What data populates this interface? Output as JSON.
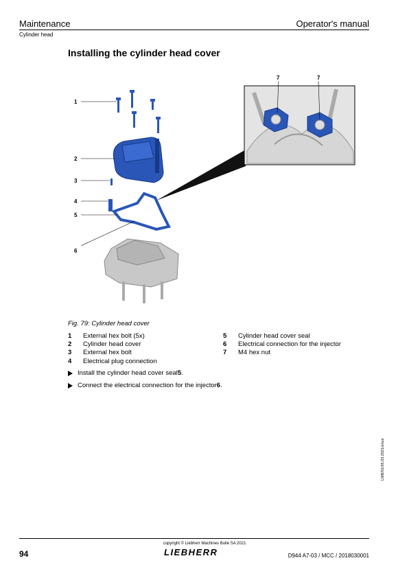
{
  "header": {
    "section": "Maintenance",
    "manual": "Operator's manual",
    "subsection": "Cylinder head"
  },
  "title": "Installing the cylinder head cover",
  "figure": {
    "callouts": [
      "1",
      "2",
      "3",
      "4",
      "5",
      "6",
      "7",
      "7"
    ],
    "caption": "Fig. 79: Cylinder head cover",
    "colors": {
      "part_blue": "#2a56b8",
      "engine_grey": "#c8c8c8"
    }
  },
  "legend": {
    "left": [
      {
        "num": "1",
        "text": "External hex bolt (5x)"
      },
      {
        "num": "2",
        "text": "Cylinder head cover"
      },
      {
        "num": "3",
        "text": "External hex bolt"
      },
      {
        "num": "4",
        "text": "Electrical plug connection"
      }
    ],
    "right": [
      {
        "num": "5",
        "text": "Cylinder head cover seal"
      },
      {
        "num": "6",
        "text": "Electrical connection for the injector"
      },
      {
        "num": "7",
        "text": "M4 hex nut"
      }
    ]
  },
  "steps": [
    {
      "text": "Install the cylinder head cover seal ",
      "ref": "5",
      "end": "."
    },
    {
      "text": "Connect the electrical connection for the injector ",
      "ref": "6",
      "end": "."
    }
  ],
  "side_code": "LMB/01/05.03.2021/enus",
  "footer": {
    "copyright": "copyright © Liebherr Machines Bulle SA 2021",
    "page": "94",
    "logo": "LIEBHERR",
    "docref": "D944 A7-03 / MCC / 2018030001"
  }
}
